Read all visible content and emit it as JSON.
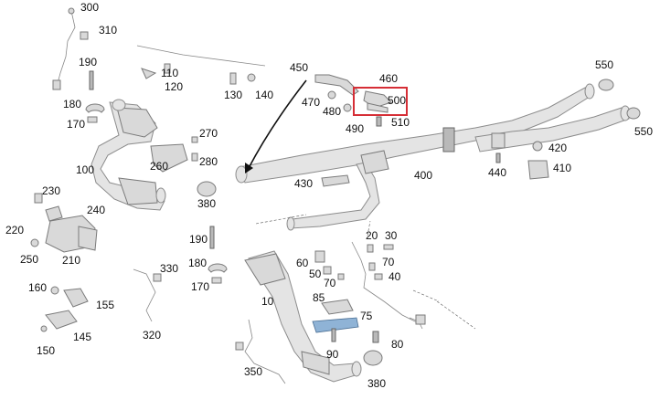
{
  "colors": {
    "highlight": "#d62e36",
    "part_fill": "#d9d9d9",
    "part_stroke": "#7a7a7a",
    "accent_blue": "#8fb3d6"
  },
  "highlighted_part": "500",
  "callouts": {
    "c300": "300",
    "c310": "310",
    "c190a": "190",
    "c180a": "180",
    "c170a": "170",
    "c100": "100",
    "c110": "110",
    "c120": "120",
    "c130": "130",
    "c140": "140",
    "c450": "450",
    "c460": "460",
    "c470": "470",
    "c480": "480",
    "c490": "490",
    "c500": "500",
    "c510": "510",
    "c550a": "550",
    "c550b": "550",
    "c420": "420",
    "c410": "410",
    "c440": "440",
    "c400": "400",
    "c430": "430",
    "c270": "270",
    "c280": "280",
    "c260": "260",
    "c380a": "380",
    "c230": "230",
    "c240": "240",
    "c220": "220",
    "c250": "250",
    "c210": "210",
    "c190b": "190",
    "c180b": "180",
    "c170b": "170",
    "c330": "330",
    "c160": "160",
    "c155": "155",
    "c145": "145",
    "c150": "150",
    "c320": "320",
    "c20": "20",
    "c30": "30",
    "c60": "60",
    "c50": "50",
    "c70a": "70",
    "c70b": "70",
    "c40": "40",
    "c85": "85",
    "c75": "75",
    "c90": "90",
    "c80": "80",
    "c10": "10",
    "c350": "350",
    "c380b": "380"
  }
}
